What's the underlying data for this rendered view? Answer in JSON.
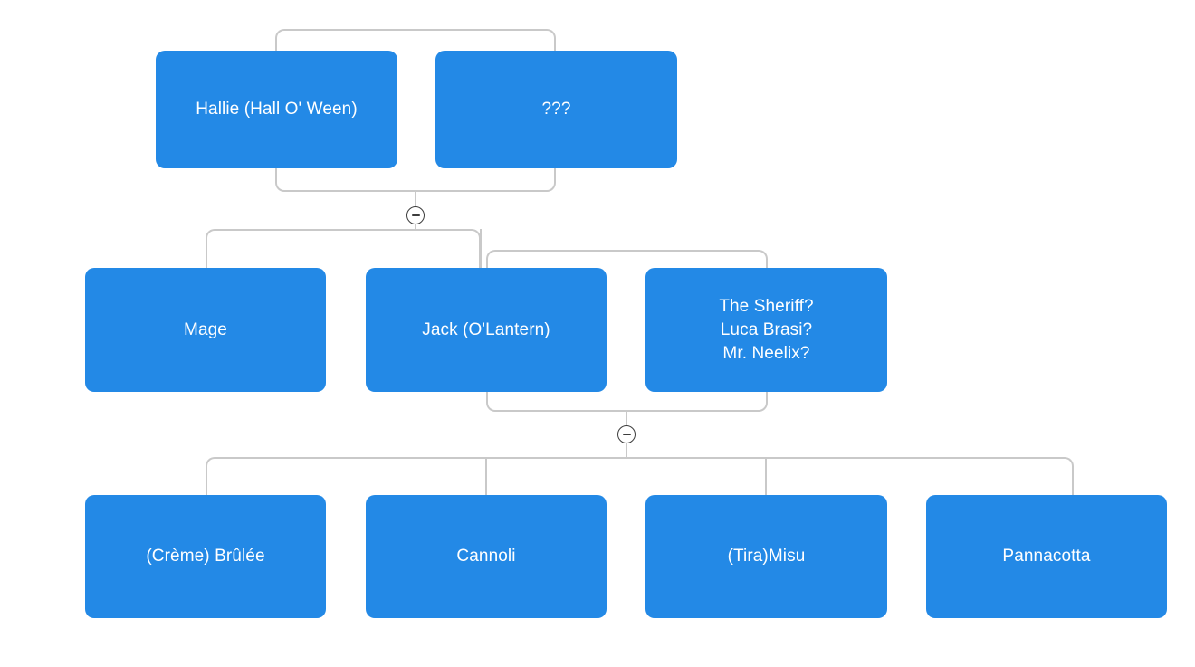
{
  "diagram": {
    "type": "family-tree",
    "title": "Family Tree",
    "background_color": "#ffffff",
    "node_color": "#2389e6",
    "node_text_color": "#ffffff",
    "connector_color": "#c9c9c9",
    "toggle_color": "#3c3c3c"
  },
  "generations": [
    {
      "name": "generation-1",
      "nodes": [
        {
          "id": "hallie",
          "label": "Hallie (Hall O' Ween)"
        },
        {
          "id": "unknown-spouse",
          "label": "???"
        }
      ]
    },
    {
      "name": "generation-2",
      "nodes": [
        {
          "id": "mage",
          "label": "Mage"
        },
        {
          "id": "jack",
          "label": "Jack (O'Lantern)"
        },
        {
          "id": "sheriff",
          "label": "The Sheriff?\nLuca Brasi?\nMr. Neelix?"
        }
      ]
    },
    {
      "name": "generation-3",
      "nodes": [
        {
          "id": "creme-brulee",
          "label": "(Crème) Brûlée"
        },
        {
          "id": "cannoli",
          "label": "Cannoli"
        },
        {
          "id": "tiramisu",
          "label": "(Tira)Misu"
        },
        {
          "id": "pannacotta",
          "label": "Pannacotta"
        }
      ]
    }
  ],
  "toggles": [
    {
      "id": "toggle-generation-1",
      "icon": "minus-circle-icon",
      "state": "expanded",
      "symbol": "−"
    },
    {
      "id": "toggle-generation-2",
      "icon": "minus-circle-icon",
      "state": "expanded",
      "symbol": "−"
    }
  ]
}
